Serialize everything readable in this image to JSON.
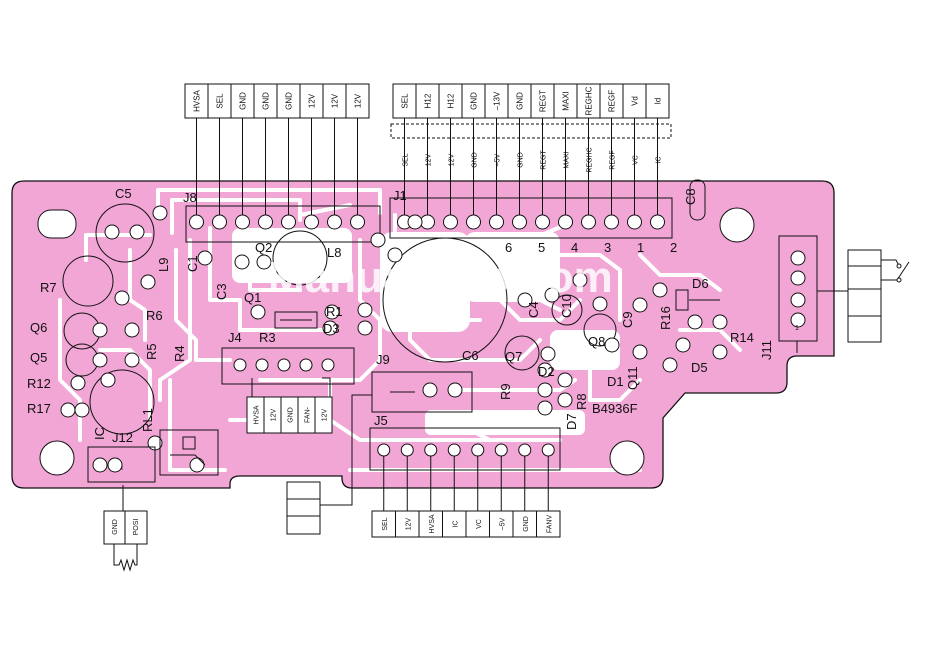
{
  "watermark": "ManualsLib.com",
  "board_id": "B4936F",
  "colors": {
    "board": "#f2a6d6",
    "trace": "#ffffff",
    "ink": "#111111"
  },
  "top_connector_a": [
    "HVSA",
    "SEL",
    "GND",
    "GND",
    "GND",
    "12V",
    "12V",
    "12V"
  ],
  "top_connector_b": [
    "SEL",
    "H12",
    "H12",
    "GND",
    "–13V",
    "GND",
    "REGT",
    "MAXI",
    "REGHC",
    "REGF",
    "Vd",
    "Id"
  ],
  "j1_pin_labels": [
    "SEL",
    "12V",
    "12V",
    "GND",
    "–5V",
    "GND",
    "REGT",
    "MAXI",
    "REGHC",
    "REGF",
    "VC",
    "IC"
  ],
  "j1_pin_numbers": [
    "6",
    "5",
    "4",
    "3",
    "1",
    "2"
  ],
  "j4_labels": [
    "HVSA",
    "12V",
    "GND",
    "FAN-",
    "12V"
  ],
  "j5_labels": [
    "SEL",
    "12V",
    "HVSA",
    "IC",
    "VC",
    "–5V",
    "GND",
    "FANV"
  ],
  "j12_labels": [
    "GND",
    "POSI"
  ],
  "j12_pin_mark": "I",
  "j11_pin_mark": "1",
  "refs": {
    "C5": "C5",
    "J8": "J8",
    "J1": "J1",
    "C8": "C8",
    "Q2": "Q2",
    "L8": "L8",
    "C1": "C1",
    "L9": "L9",
    "R7": "R7",
    "C3": "C3",
    "Q1": "Q1",
    "R1": "R1",
    "D3": "D3",
    "Q6": "Q6",
    "R6": "R6",
    "J4": "J4",
    "R3": "R3",
    "Q5": "Q5",
    "R5": "R5",
    "R4": "R4",
    "J9": "J9",
    "C6": "C6",
    "Q7": "Q7",
    "Q8": "Q8",
    "D2": "D2",
    "D1": "D1",
    "R9": "R9",
    "R8": "R8",
    "D7": "D7",
    "R12": "R12",
    "R17": "R17",
    "IC": "IC",
    "J12": "J12",
    "RL1": "RL1",
    "J5": "J5",
    "R14": "R14",
    "D5": "D5",
    "J11": "J11",
    "D6": "D6",
    "R16": "R16",
    "Q11": "Q11",
    "C10": "C10",
    "C9": "C9",
    "C4": "C4"
  }
}
